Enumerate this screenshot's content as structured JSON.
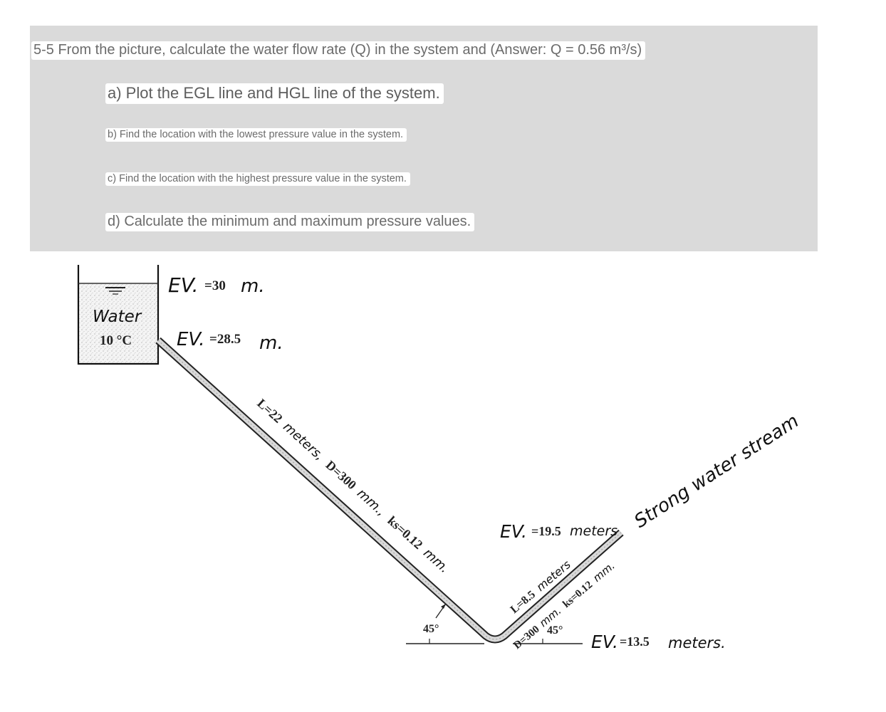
{
  "problem": {
    "intro": "5-5 From the picture, calculate the water flow rate (Q) in the system and (Answer: Q = 0.56 m³/s)",
    "part_a": "a) Plot the EGL line and HGL line of the system.",
    "part_b": "b) Find the location with the lowest pressure value in the system.",
    "part_c": "c) Find the location with the highest pressure value in the system.",
    "part_d": "d) Calculate the minimum and maximum pressure values."
  },
  "figure": {
    "tank": {
      "fluid": "Water",
      "temperature": "10 °C"
    },
    "water_surface": {
      "prefix": "EV.",
      "value": "=30",
      "unit": "m."
    },
    "pipe_inlet": {
      "prefix": "EV.",
      "value": "=28.5",
      "unit": "m."
    },
    "pipe1": {
      "length_printed": "L=22",
      "length_unit": "meters,",
      "diameter_printed": "D=300",
      "diameter_unit": "mm.,",
      "roughness_printed": "ks=0.12",
      "roughness_unit": "mm."
    },
    "left_angle": "45°",
    "right_angle": "45°",
    "outlet": {
      "prefix": "EV.",
      "value": "=19.5",
      "unit": "meters"
    },
    "pipe2": {
      "length_printed": "L=8.5",
      "length_unit": "meters",
      "diameter_printed": "D=300",
      "diameter_unit": "mm.",
      "roughness_printed": "ks=0.12",
      "roughness_unit": "mm."
    },
    "bottom": {
      "prefix": "EV.",
      "value": "=13.5",
      "unit": "meters."
    },
    "jet_note": "Strong water stream"
  },
  "colors": {
    "panel": "#dadada",
    "text_gray": "#6b6b6b",
    "ink": "#111111"
  }
}
